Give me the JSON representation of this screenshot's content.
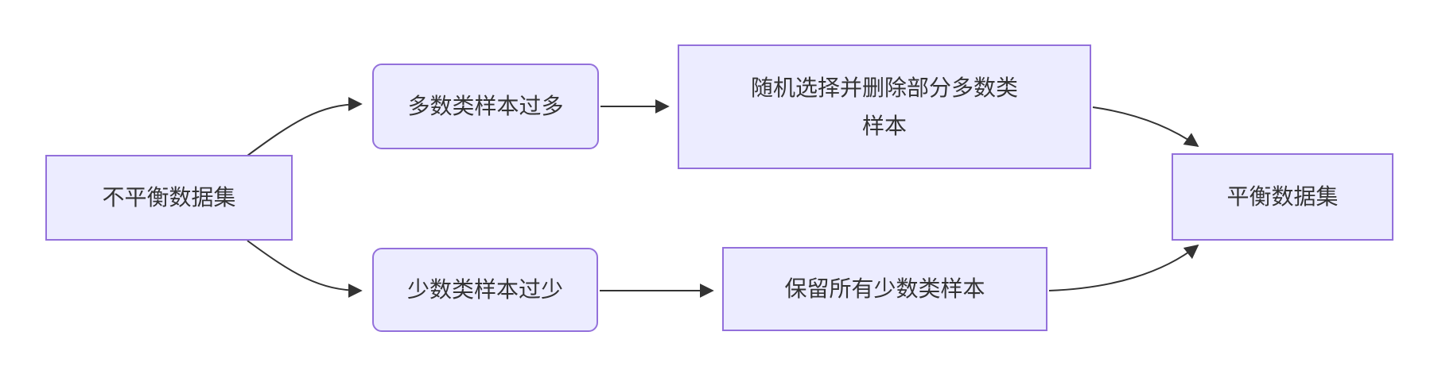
{
  "diagram": {
    "type": "flowchart",
    "direction": "left-to-right",
    "nodes": {
      "imbalanced": {
        "label": "不平衡数据集",
        "shape": "rect"
      },
      "majority": {
        "label": "多数类样本过多",
        "shape": "rounded"
      },
      "undersample": {
        "label": "随机选择并删除部分多数类\n样本",
        "shape": "rect"
      },
      "minority": {
        "label": "少数类样本过少",
        "shape": "rounded"
      },
      "keep_minority": {
        "label": "保留所有少数类样本",
        "shape": "rect"
      },
      "balanced": {
        "label": "平衡数据集",
        "shape": "rect"
      }
    },
    "edges": [
      {
        "from": "imbalanced",
        "to": "majority"
      },
      {
        "from": "imbalanced",
        "to": "minority"
      },
      {
        "from": "majority",
        "to": "undersample"
      },
      {
        "from": "minority",
        "to": "keep_minority"
      },
      {
        "from": "undersample",
        "to": "balanced"
      },
      {
        "from": "keep_minority",
        "to": "balanced"
      }
    ]
  },
  "colors": {
    "node_fill": "#ECECFF",
    "node_border": "#9370DB",
    "edge": "#333333",
    "text": "#333333",
    "background": "#FFFFFF"
  }
}
